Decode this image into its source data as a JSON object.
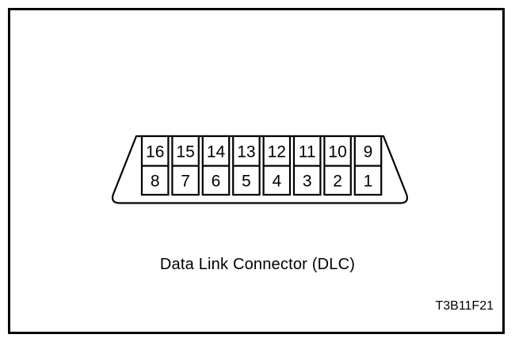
{
  "figure": {
    "caption": "Data Link Connector (DLC)",
    "code": "T3B11F21"
  },
  "connector": {
    "label": "Data Link Connector (DLC)",
    "rows": [
      {
        "name": "top",
        "pins": [
          "16",
          "15",
          "14",
          "13",
          "12",
          "11",
          "10",
          "9"
        ]
      },
      {
        "name": "bottom",
        "pins": [
          "8",
          "7",
          "6",
          "5",
          "4",
          "3",
          "2",
          "1"
        ]
      }
    ],
    "colors": {
      "line": "#000000",
      "background": "#ffffff"
    }
  }
}
